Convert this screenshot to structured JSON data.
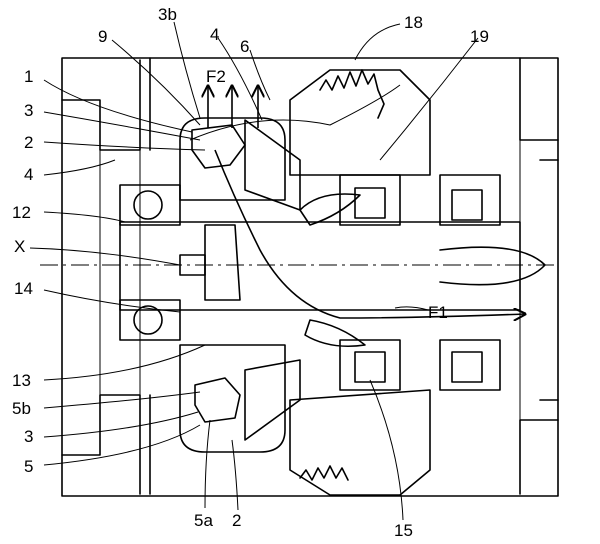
{
  "labels": {
    "l1": "1",
    "l3_top": "3",
    "l2_top": "2",
    "l4_left": "4",
    "l12": "12",
    "lX": "X",
    "l14": "14",
    "l13": "13",
    "l5b": "5b",
    "l3_bot": "3",
    "l5": "5",
    "l5a": "5a",
    "l2_bot": "2",
    "l15": "15",
    "l9": "9",
    "l3b": "3b",
    "l4_top": "4",
    "l6": "6",
    "l18": "18",
    "l19": "19",
    "lF2": "F2",
    "lF1": "F1"
  }
}
